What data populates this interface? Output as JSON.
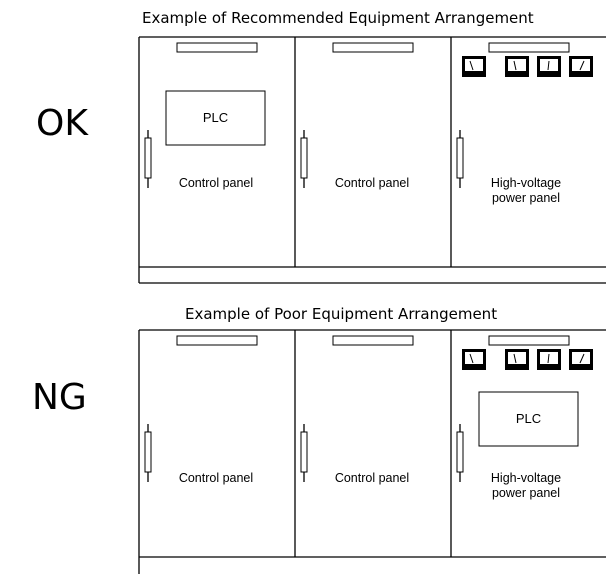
{
  "recommended": {
    "title": "Example of Recommended Equipment Arrangement",
    "verdict": "OK",
    "panels": [
      {
        "label_lines": [
          "Control panel"
        ],
        "has_plc": true,
        "has_meters": false
      },
      {
        "label_lines": [
          "Control panel"
        ],
        "has_plc": false,
        "has_meters": false
      },
      {
        "label_lines": [
          "High-voltage",
          "power panel"
        ],
        "has_plc": false,
        "has_meters": true
      }
    ],
    "plc_label": "PLC"
  },
  "poor": {
    "title": "Example of Poor Equipment Arrangement",
    "verdict": "NG",
    "panels": [
      {
        "label_lines": [
          "Control panel"
        ],
        "has_plc": false,
        "has_meters": false
      },
      {
        "label_lines": [
          "Control panel"
        ],
        "has_plc": false,
        "has_meters": false
      },
      {
        "label_lines": [
          "High-voltage",
          "power panel"
        ],
        "has_plc": true,
        "has_meters": true
      }
    ],
    "plc_label": "PLC"
  },
  "colors": {
    "line": "#000000",
    "meter_face": "#000000",
    "background": "#ffffff"
  },
  "icons": {
    "handle": "door-handle-icon",
    "meter": "analog-meter-icon",
    "vent": "vent-slot-icon"
  }
}
